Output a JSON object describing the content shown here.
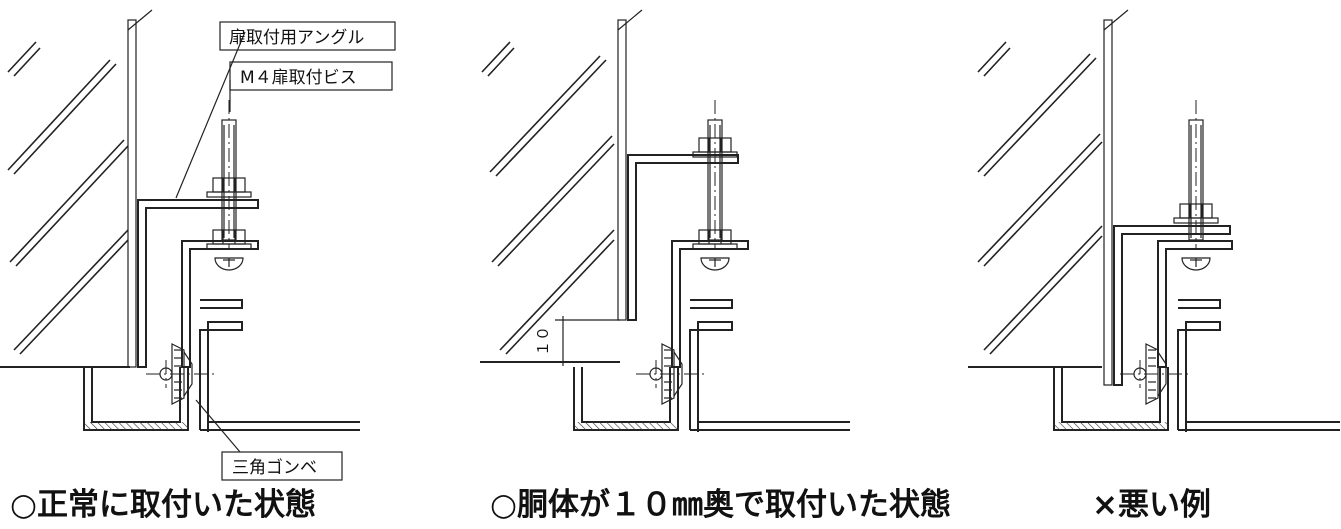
{
  "labels": {
    "angle": "扉取付用アングル",
    "screw": "M４扉取付ビス",
    "grommet": "三角ゴンベ",
    "dimension": "１０"
  },
  "captions": {
    "left": "○正常に取付いた状態",
    "middle": "○胴体が１０㎜奥で取付いた状態",
    "right": "×悪い例"
  }
}
